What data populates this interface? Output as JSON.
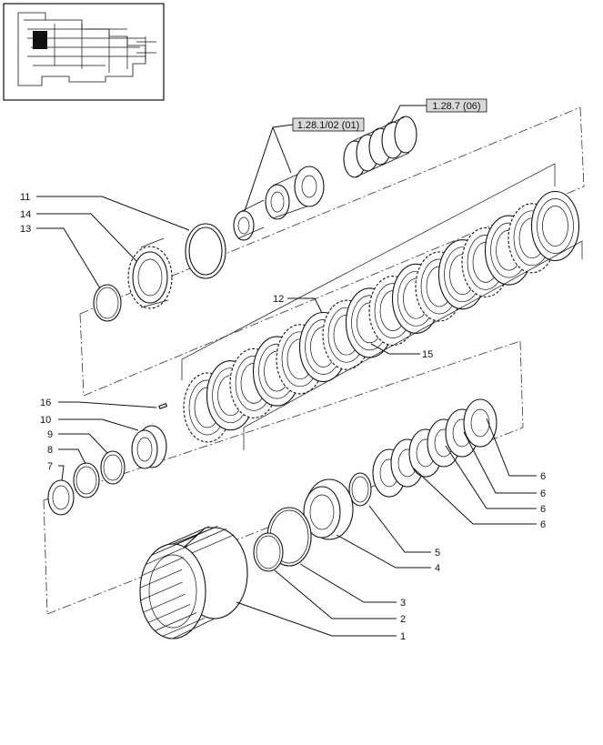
{
  "diagram": {
    "ref_boxes": [
      {
        "id": "ref-1",
        "text": "1.28.1/02 (01)"
      },
      {
        "id": "ref-2",
        "text": "1.28.7 (06)"
      }
    ],
    "callouts": [
      "11",
      "14",
      "13",
      "12",
      "15",
      "16",
      "10",
      "9",
      "8",
      "7",
      "6",
      "6",
      "6",
      "6",
      "5",
      "4",
      "3",
      "2",
      "1"
    ]
  }
}
